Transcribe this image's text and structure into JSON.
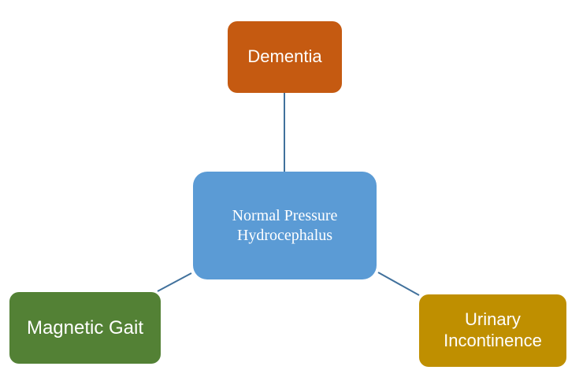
{
  "diagram": {
    "center": {
      "label": "Normal Pressure\nHydrocephalus",
      "color": "#5b9bd5"
    },
    "top": {
      "label": "Dementia",
      "color": "#c55a11"
    },
    "left": {
      "label": "Magnetic Gait",
      "color": "#538135"
    },
    "right": {
      "label": "Urinary\nIncontinence",
      "color": "#bf8f00"
    },
    "connector_color": "#41719c"
  }
}
